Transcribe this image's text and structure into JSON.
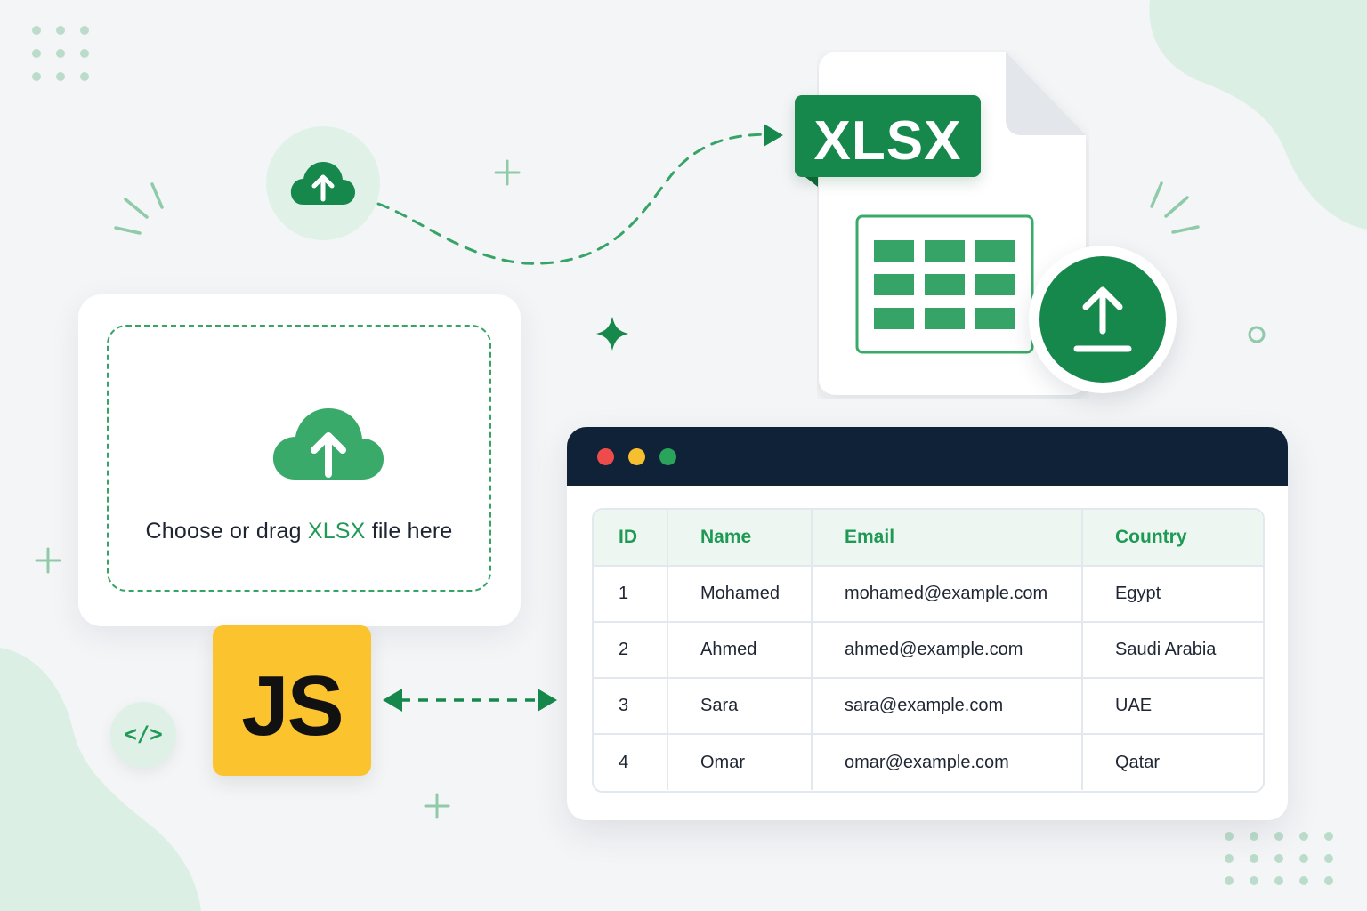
{
  "dropzone": {
    "text_prefix": "Choose or drag ",
    "text_highlight": "XLSX",
    "text_suffix": " file here"
  },
  "badges": {
    "js": "JS",
    "code": "</>",
    "file_type": "XLSX"
  },
  "table": {
    "columns": [
      "ID",
      "Name",
      "Email",
      "Country"
    ],
    "rows": [
      [
        "1",
        "Mohamed",
        "mohamed@example.com",
        "Egypt"
      ],
      [
        "2",
        "Ahmed",
        "ahmed@example.com",
        "Saudi Arabia"
      ],
      [
        "3",
        "Sara",
        "sara@example.com",
        "UAE"
      ],
      [
        "4",
        "Omar",
        "omar@example.com",
        "Qatar"
      ]
    ]
  },
  "icons": {
    "upload_cloud": "cloud-upload-icon",
    "file_upload": "upload-arrow-icon",
    "spreadsheet": "spreadsheet-grid-icon",
    "code": "code-brackets-icon"
  },
  "colors": {
    "accent_green": "#1f9a55",
    "dark_green": "#17884c",
    "browser_bar": "#102238",
    "js_yellow": "#fbc42f",
    "background": "#f4f5f7"
  }
}
